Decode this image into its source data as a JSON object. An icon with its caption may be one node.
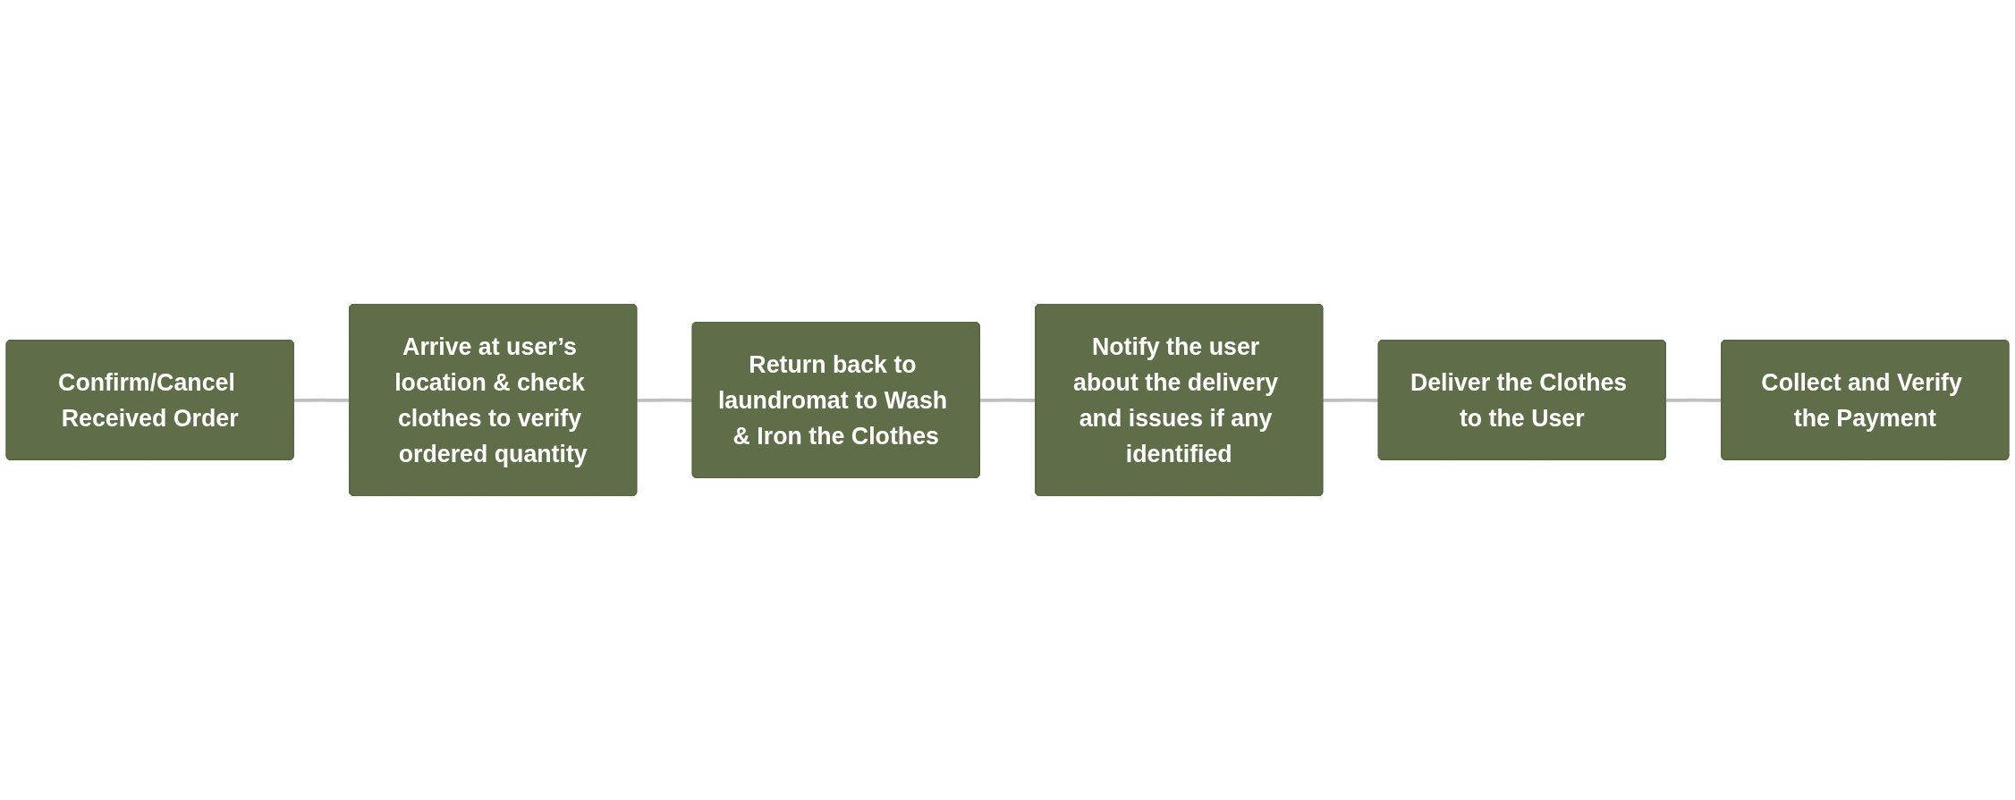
{
  "diagram": {
    "nodes": [
      {
        "text": [
          "Confirm/Cancel Received Order"
        ]
      },
      {
        "text": [
          "Arrive at user’s location & check clothes to verify ordered quantity"
        ]
      },
      {
        "text": [
          "Return back to laundromat to Wash & Iron the Clothes"
        ]
      },
      {
        "text": [
          "Notify the user about the delivery and issues if any identified"
        ]
      },
      {
        "text": [
          "Deliver the Clothes to the User"
        ]
      },
      {
        "text": [
          "Collect and Verify the Payment"
        ]
      }
    ],
    "edges": [
      {
        "from": 0,
        "to": 1,
        "arrow": "none"
      },
      {
        "from": 1,
        "to": 2,
        "arrow": "none"
      },
      {
        "from": 2,
        "to": 3,
        "arrow": "none"
      },
      {
        "from": 3,
        "to": 4,
        "arrow": "none"
      },
      {
        "from": 4,
        "to": 5,
        "arrow": "none"
      }
    ]
  }
}
